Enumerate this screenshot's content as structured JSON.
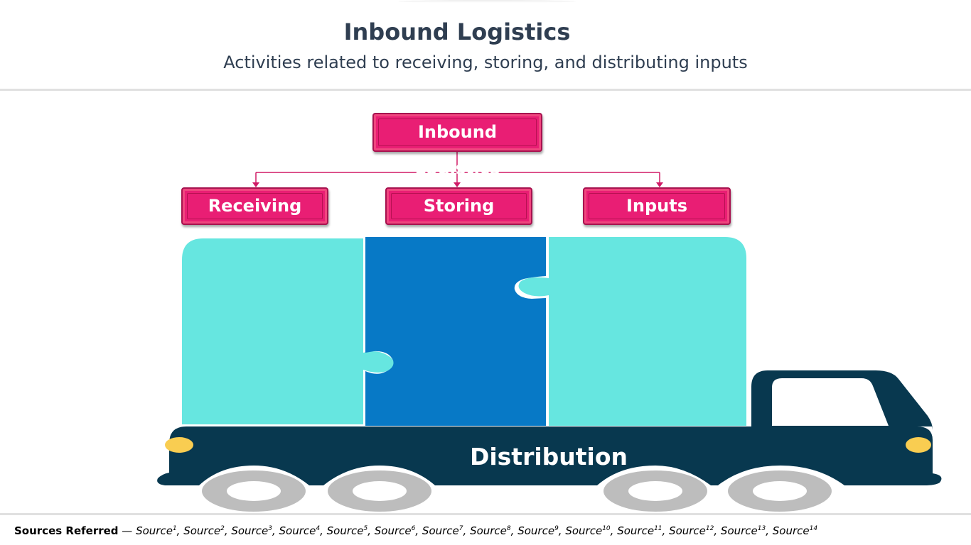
{
  "header": {
    "title": "Inbound Logistics",
    "subtitle": "Activities related to receiving, storing, and distributing inputs"
  },
  "diagram": {
    "root": "Inbound Logistics",
    "children": [
      "Receiving",
      "Storing",
      "Inputs"
    ],
    "base_label": "Distribution"
  },
  "colors": {
    "pink": "#e91e74",
    "pink_border": "#a7124f",
    "cyan_block": "#66e6e0",
    "blue_block": "#0779c6",
    "truck_navy": "#08384f",
    "headlight": "#f9cd51",
    "wheel_gray": "#bdbdbd",
    "title_text": "#2f3e51"
  },
  "footer": {
    "lead": "Sources Referred",
    "separator": " — ",
    "sources": [
      "Source",
      "Source",
      "Source",
      "Source",
      "Source",
      "Source",
      "Source",
      "Source",
      "Source",
      "Source",
      "Source",
      "Source",
      "Source",
      "Source"
    ],
    "superscripts": [
      "1",
      "2",
      "3",
      "4",
      "5",
      "6",
      "7",
      "8",
      "9",
      "10",
      "11",
      "12",
      "13",
      "14"
    ]
  },
  "icons": {
    "truck": "delivery-truck-icon",
    "puzzle": "puzzle-piece-icon"
  }
}
